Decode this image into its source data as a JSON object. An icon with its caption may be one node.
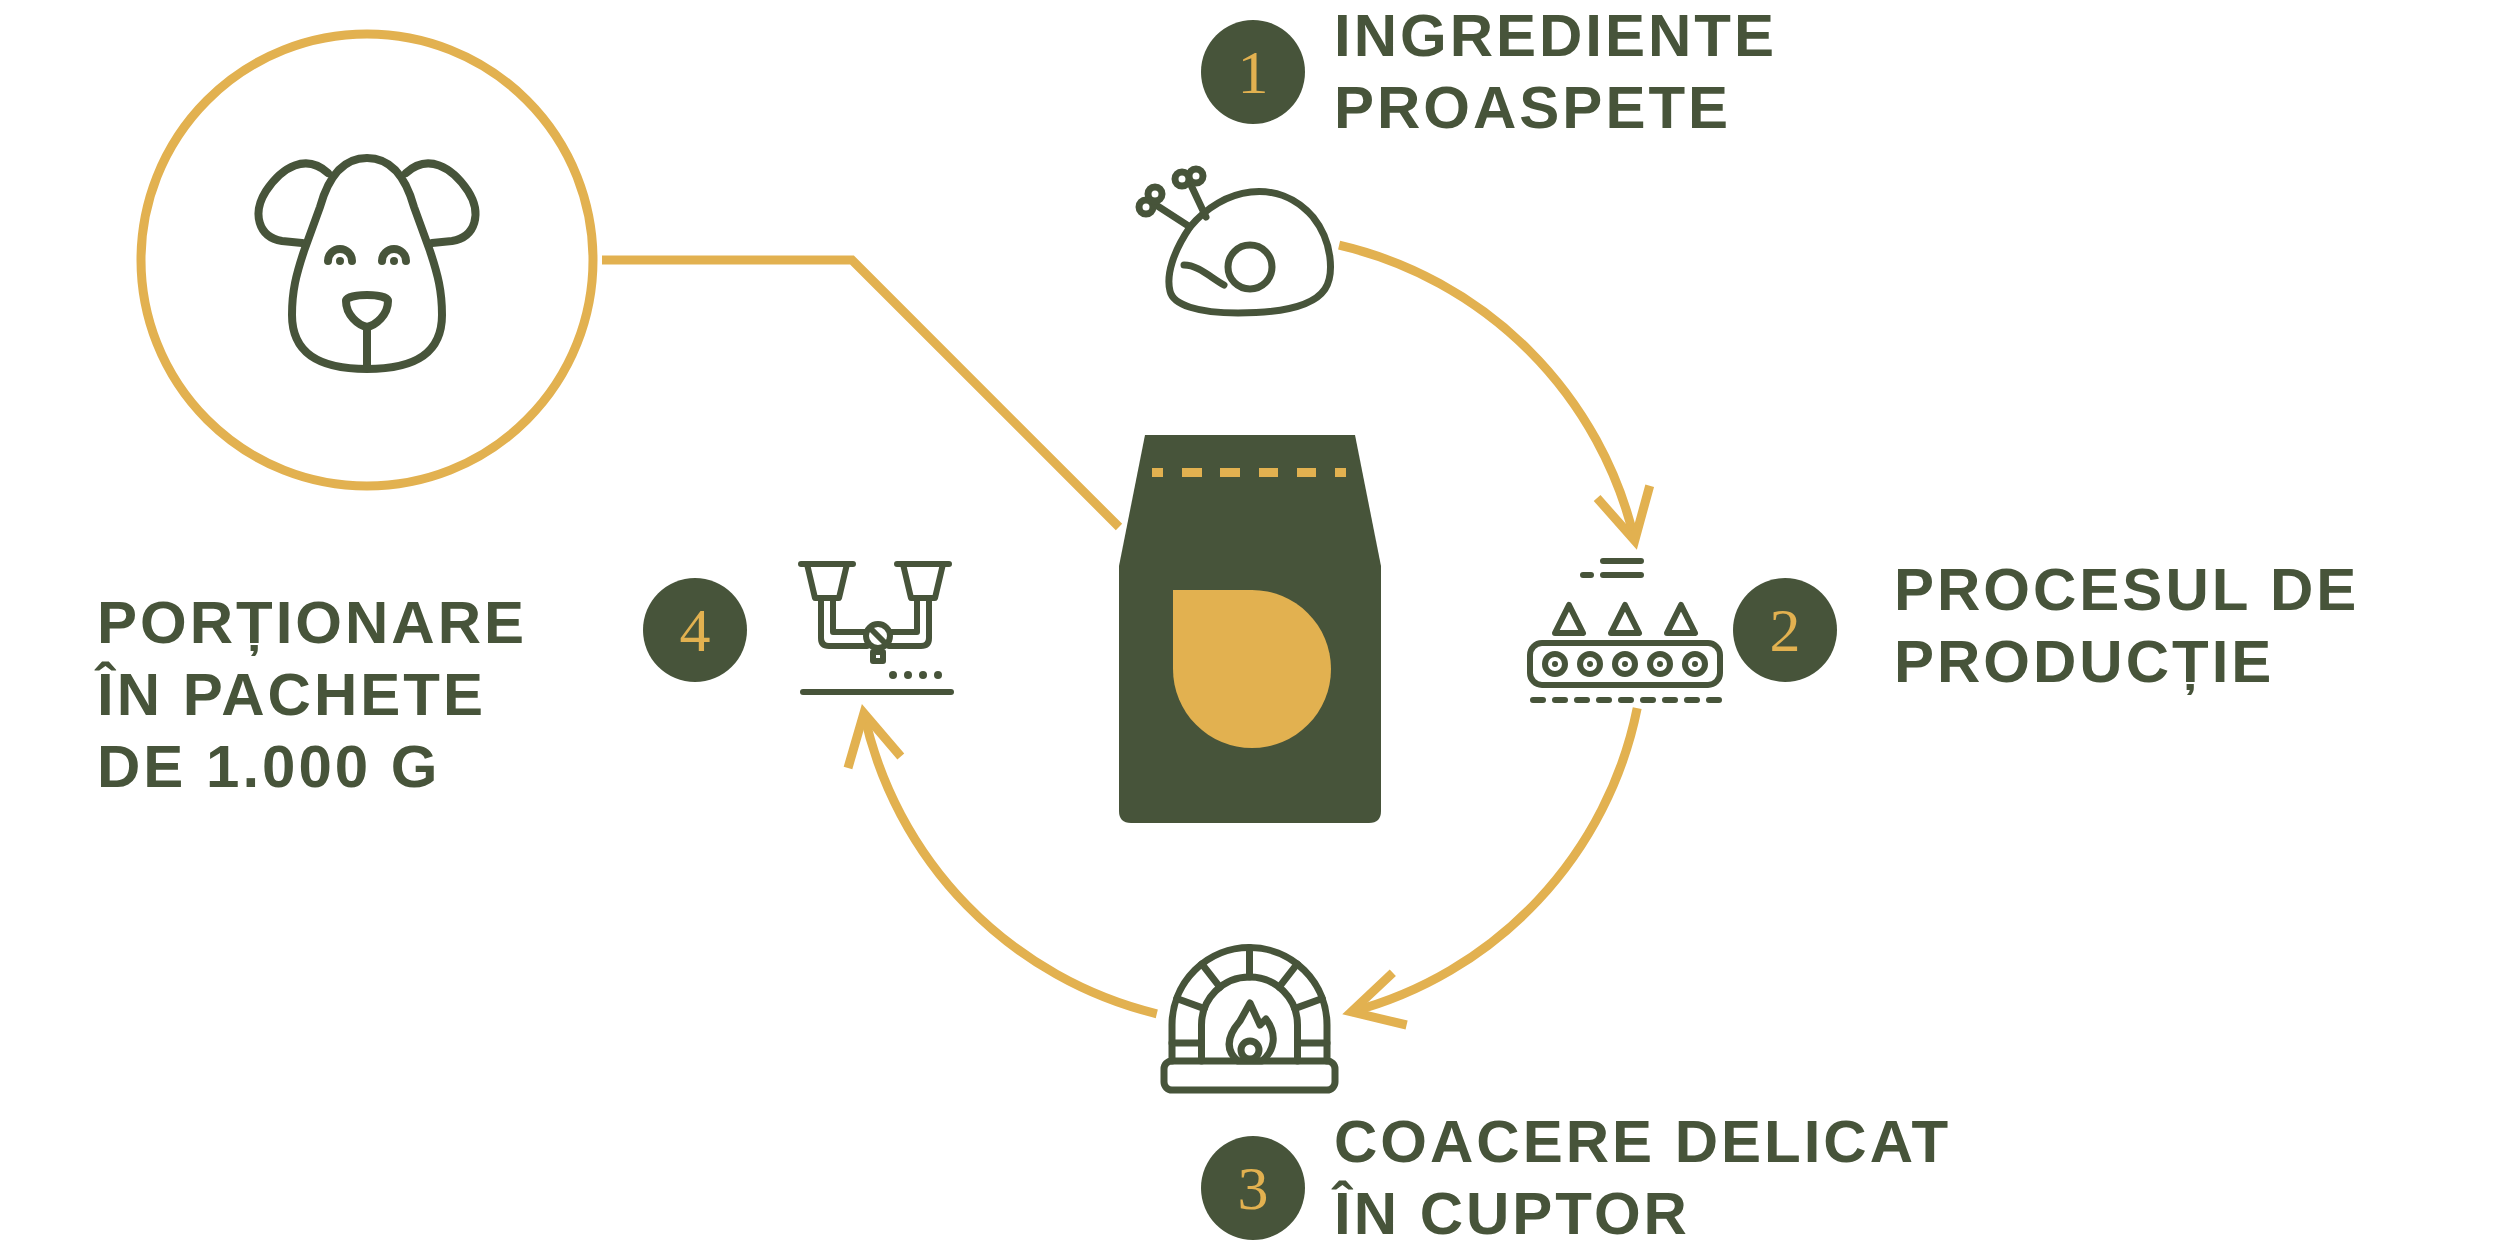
{
  "diagram": {
    "nodes": [
      {
        "text": [],
        "shape": "picture"
      },
      {
        "text": [
          "1"
        ],
        "beside": [
          "INGREDIENTE PROASPETE"
        ]
      },
      {
        "text": [],
        "shape": "picture"
      },
      {
        "text": [
          "2"
        ],
        "beside": [
          "PROCESUL DE PRODUCȚIE"
        ]
      },
      {
        "text": [],
        "shape": "picture"
      },
      {
        "text": [],
        "shape": "picture"
      },
      {
        "text": [
          "4"
        ],
        "beside": [
          "PORȚIONARE ÎN PACHETE DE 1.000 G"
        ]
      },
      {
        "text": [],
        "shape": "picture"
      },
      {
        "text": [],
        "shape": "picture"
      },
      {
        "text": [
          "3"
        ],
        "beside": [
          "COACERE DELICAT ÎN CUPTOR"
        ]
      }
    ],
    "edges": [
      {
        "from": 2,
        "to": 4,
        "arrow": "to"
      },
      {
        "from": 4,
        "to": 8,
        "arrow": "to"
      },
      {
        "from": 8,
        "to": 7,
        "arrow": "to"
      },
      {
        "from": 0,
        "to": 5,
        "arrow": "none"
      }
    ]
  }
}
